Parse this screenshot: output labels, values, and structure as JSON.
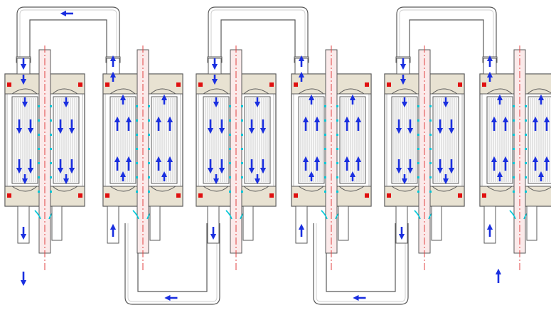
{
  "colors": {
    "outline": "#5a5a5a",
    "thin": "#8a8a8a",
    "cap": "#e8e2d2",
    "axis": "#e04040",
    "shaft_fill": "#fbeaea",
    "arrow": "#1a2fe0",
    "seal_red": "#e01010",
    "seal_cyan": "#00c8d8",
    "tube": "#cfcfcf",
    "background": "#ffffff"
  },
  "modules": [
    {
      "id": "module-1",
      "flow": "down"
    },
    {
      "id": "module-2",
      "flow": "up"
    },
    {
      "id": "module-3",
      "flow": "down"
    },
    {
      "id": "module-4",
      "flow": "up"
    },
    {
      "id": "module-5",
      "flow": "down"
    },
    {
      "id": "module-6",
      "flow": "up"
    }
  ],
  "connections": [
    {
      "from": "module-2",
      "to": "module-1",
      "side": "top",
      "arrow": "left"
    },
    {
      "from": "module-2",
      "to": "module-3",
      "side": "bottom",
      "arrow": "left"
    },
    {
      "from": "module-4",
      "to": "module-3",
      "side": "top",
      "arrow": "none"
    },
    {
      "from": "module-4",
      "to": "module-5",
      "side": "bottom",
      "arrow": "left"
    },
    {
      "from": "module-6",
      "to": "module-5",
      "side": "top",
      "arrow": "none"
    }
  ],
  "inlet_arrow": "up",
  "outlet_arrow": "down"
}
